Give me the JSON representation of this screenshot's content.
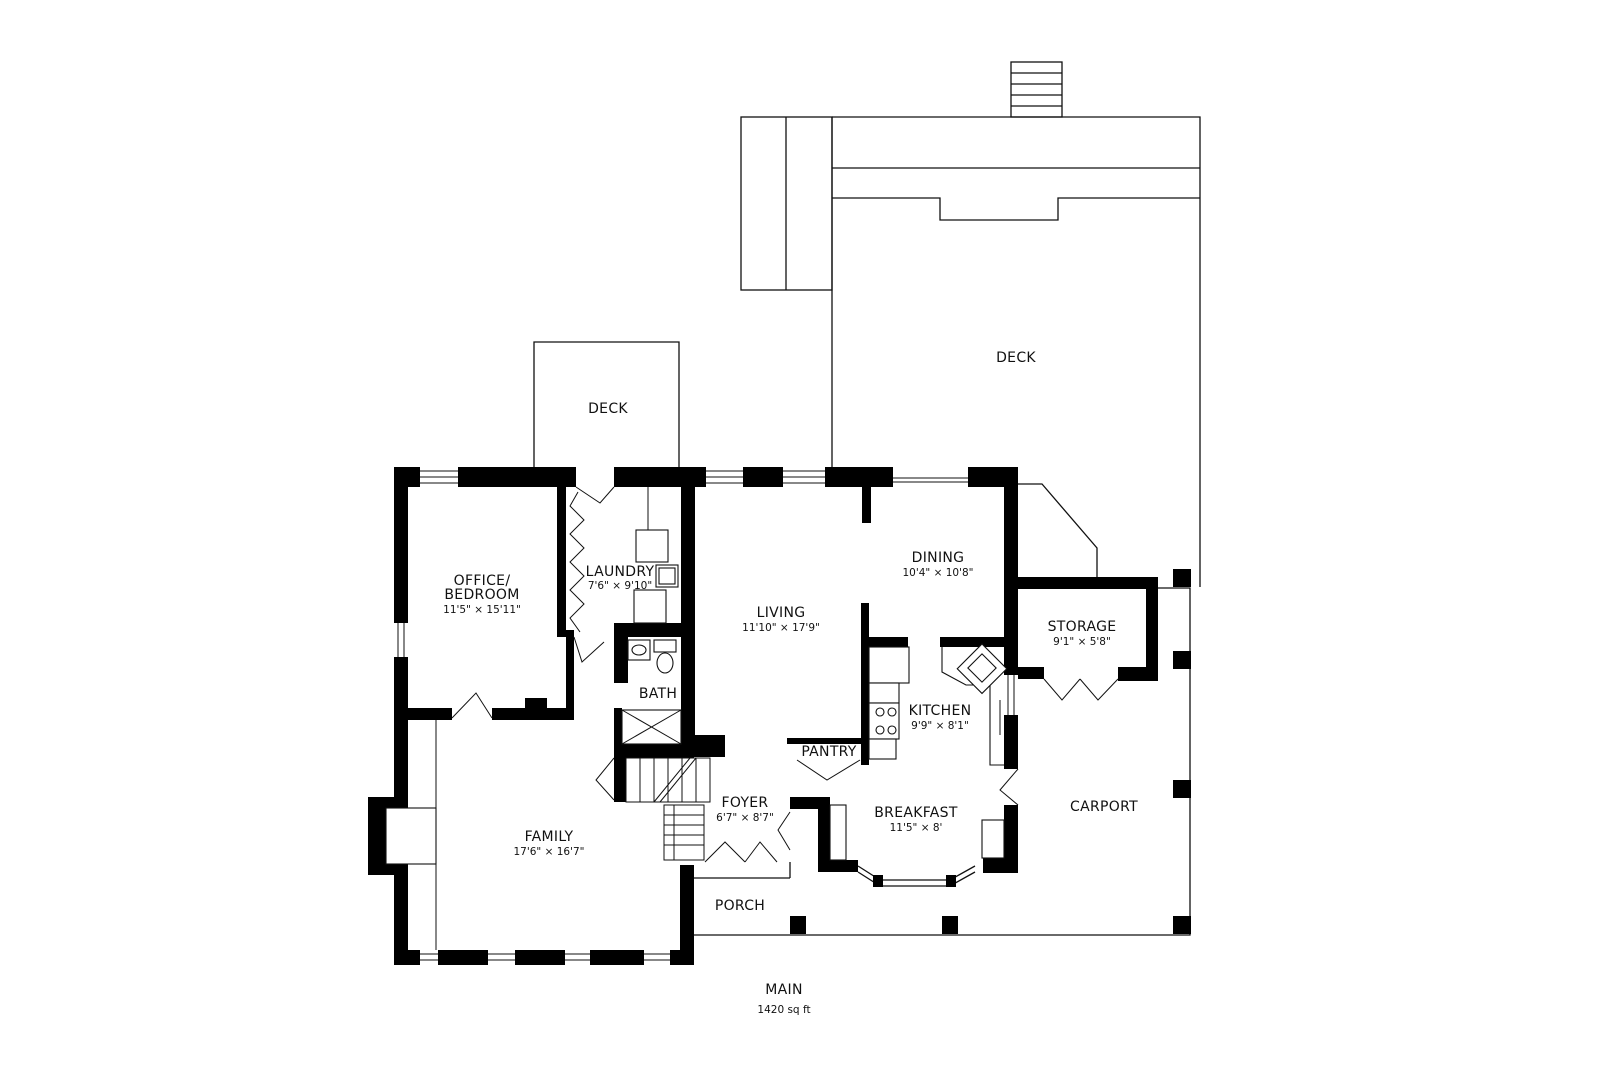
{
  "floor": {
    "name": "MAIN",
    "area": "1420 sq ft"
  },
  "rooms": {
    "deck_large": {
      "name": "DECK"
    },
    "deck_small": {
      "name": "DECK"
    },
    "office": {
      "name_line1": "OFFICE/",
      "name_line2": "BEDROOM",
      "dims": "11'5\" × 15'11\""
    },
    "laundry": {
      "name": "LAUNDRY",
      "dims": "7'6\" × 9'10\""
    },
    "bath": {
      "name": "BATH"
    },
    "living": {
      "name": "LIVING",
      "dims": "11'10\" × 17'9\""
    },
    "dining": {
      "name": "DINING",
      "dims": "10'4\" × 10'8\""
    },
    "storage": {
      "name": "STORAGE",
      "dims": "9'1\" × 5'8\""
    },
    "kitchen": {
      "name": "KITCHEN",
      "dims": "9'9\" × 8'1\""
    },
    "pantry": {
      "name": "PANTRY"
    },
    "foyer": {
      "name": "FOYER",
      "dims": "6'7\" × 8'7\""
    },
    "breakfast": {
      "name": "BREAKFAST",
      "dims": "11'5\" × 8'"
    },
    "family": {
      "name": "FAMILY",
      "dims": "17'6\" × 16'7\""
    },
    "porch": {
      "name": "PORCH"
    },
    "carport": {
      "name": "CARPORT"
    }
  }
}
